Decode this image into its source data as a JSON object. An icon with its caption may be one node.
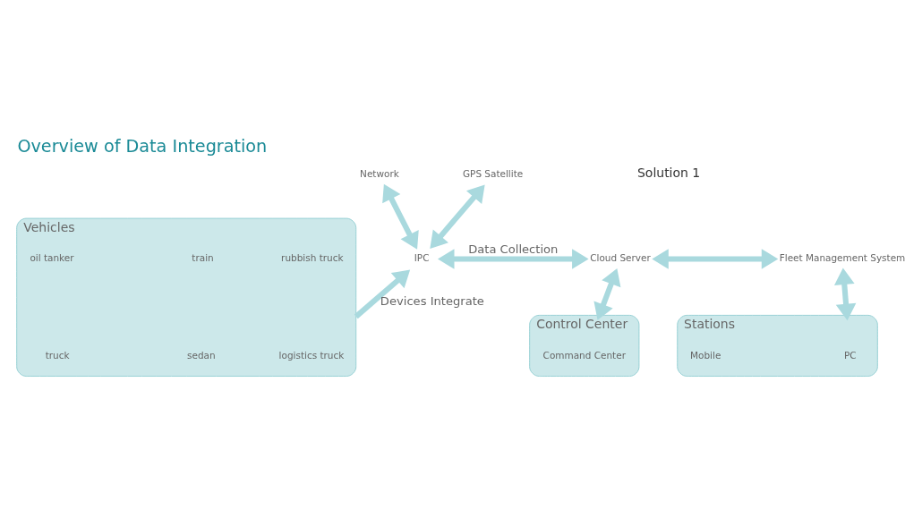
{
  "diagram": {
    "title": "Overview of Data Integration",
    "nodes": [
      {
        "text": [
          "Network"
        ]
      },
      {
        "text": [
          "GPS Satellite"
        ]
      },
      {
        "text": [
          "IPC"
        ]
      },
      {
        "text": [
          "Cloud Server"
        ]
      },
      {
        "text": [
          "Fleet Management System"
        ]
      },
      {
        "text": [
          "Vehicles"
        ]
      },
      {
        "text": [
          "rubbish truck"
        ],
        "in": 5
      },
      {
        "text": [
          "oil tanker"
        ],
        "in": 5
      },
      {
        "text": [
          "train"
        ],
        "in": 5
      },
      {
        "text": [
          "logistics truck"
        ],
        "in": 5
      },
      {
        "text": [
          "truck"
        ],
        "in": 5
      },
      {
        "text": [
          "sedan"
        ],
        "in": 5
      },
      {
        "text": [
          "Control Center"
        ]
      },
      {
        "text": [
          "Command Center"
        ],
        "in": 12
      },
      {
        "text": [
          "Stations"
        ]
      },
      {
        "text": [
          "Mobile"
        ],
        "in": 14
      },
      {
        "text": [
          "PC"
        ],
        "in": 14
      }
    ],
    "edges": [
      {
        "from": 0,
        "to": 2,
        "arrow": "both"
      },
      {
        "from": 1,
        "to": 2,
        "arrow": "both"
      },
      {
        "from": 2,
        "to": 3,
        "arrow": "both",
        "label": "Data Collection"
      },
      {
        "from": 3,
        "to": 4,
        "arrow": "both"
      },
      {
        "from": 5,
        "to": 2,
        "arrow": "to",
        "label": "Devices Integrate"
      },
      {
        "from": 3,
        "to": 12,
        "arrow": "both"
      },
      {
        "from": 4,
        "to": 14,
        "arrow": "both"
      }
    ],
    "labels": [
      "Solution 1"
    ]
  }
}
